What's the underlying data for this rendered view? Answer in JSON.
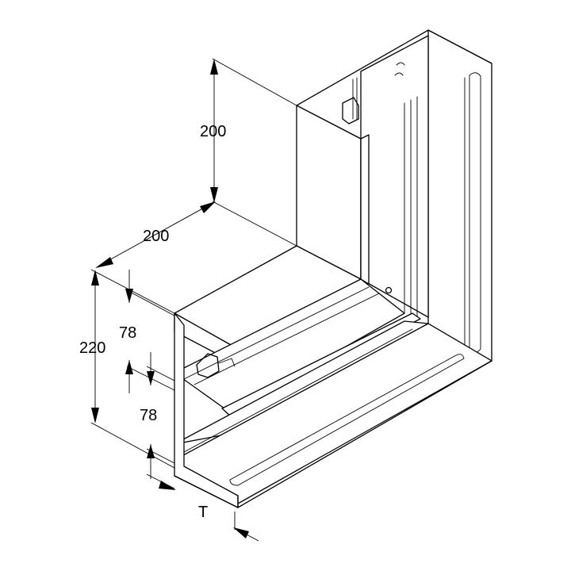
{
  "dimensions": {
    "vertical_height": "200",
    "horizontal_depth": "200",
    "overall_height": "220",
    "upper_compartment": "78",
    "lower_compartment": "78",
    "wall_thickness": "T"
  }
}
